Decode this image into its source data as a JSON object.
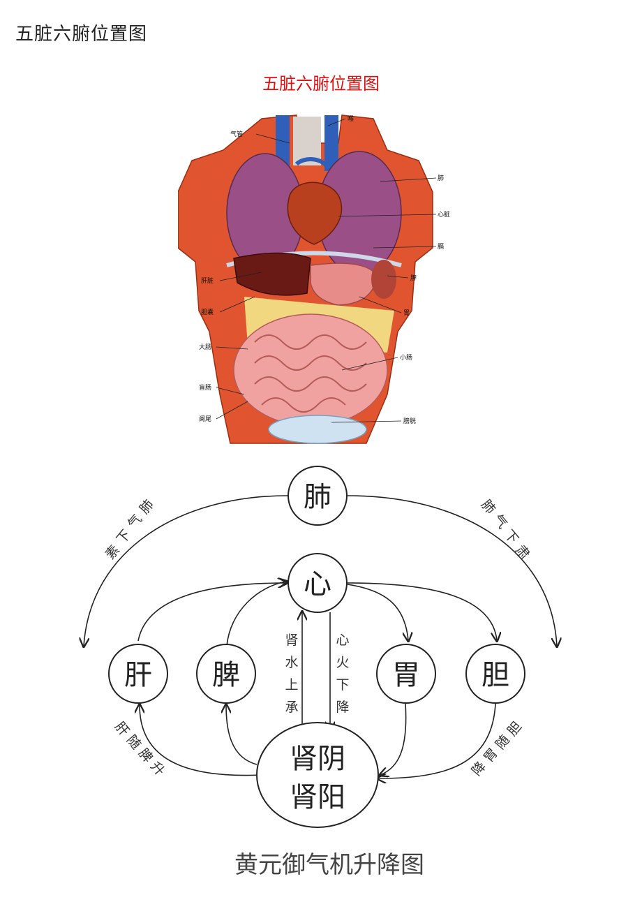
{
  "page_heading": "五脏六腑位置图",
  "figure_caption": "五脏六腑位置图",
  "anatomy": {
    "labels_left": [
      "气管",
      "肝脏",
      "胆囊",
      "大肠",
      "盲肠",
      "阑尾"
    ],
    "labels_right": [
      "喉",
      "肺",
      "心脏",
      "膈",
      "脾",
      "胃",
      "小肠",
      "膀胱"
    ]
  },
  "qi_diagram": {
    "nodes": {
      "lung": "肺",
      "heart": "心",
      "liver": "肝",
      "spleen": "脾",
      "stomach": "胃",
      "gallbladder": "胆",
      "kidney_yin": "肾阴",
      "kidney_yang": "肾阳"
    },
    "annotations": {
      "lung_left": [
        "肺",
        "气",
        "下",
        "素"
      ],
      "lung_right": [
        "肺",
        "气",
        "下",
        "肃"
      ],
      "kidney_water": [
        "肾",
        "水",
        "上",
        "承"
      ],
      "heart_fire": [
        "心",
        "火",
        "下",
        "降"
      ],
      "liver_rise": [
        "肝",
        "随",
        "脾",
        "升"
      ],
      "gall_descend": [
        "胆",
        "随",
        "胃",
        "降"
      ]
    },
    "title": "黄元御气机升降图"
  }
}
